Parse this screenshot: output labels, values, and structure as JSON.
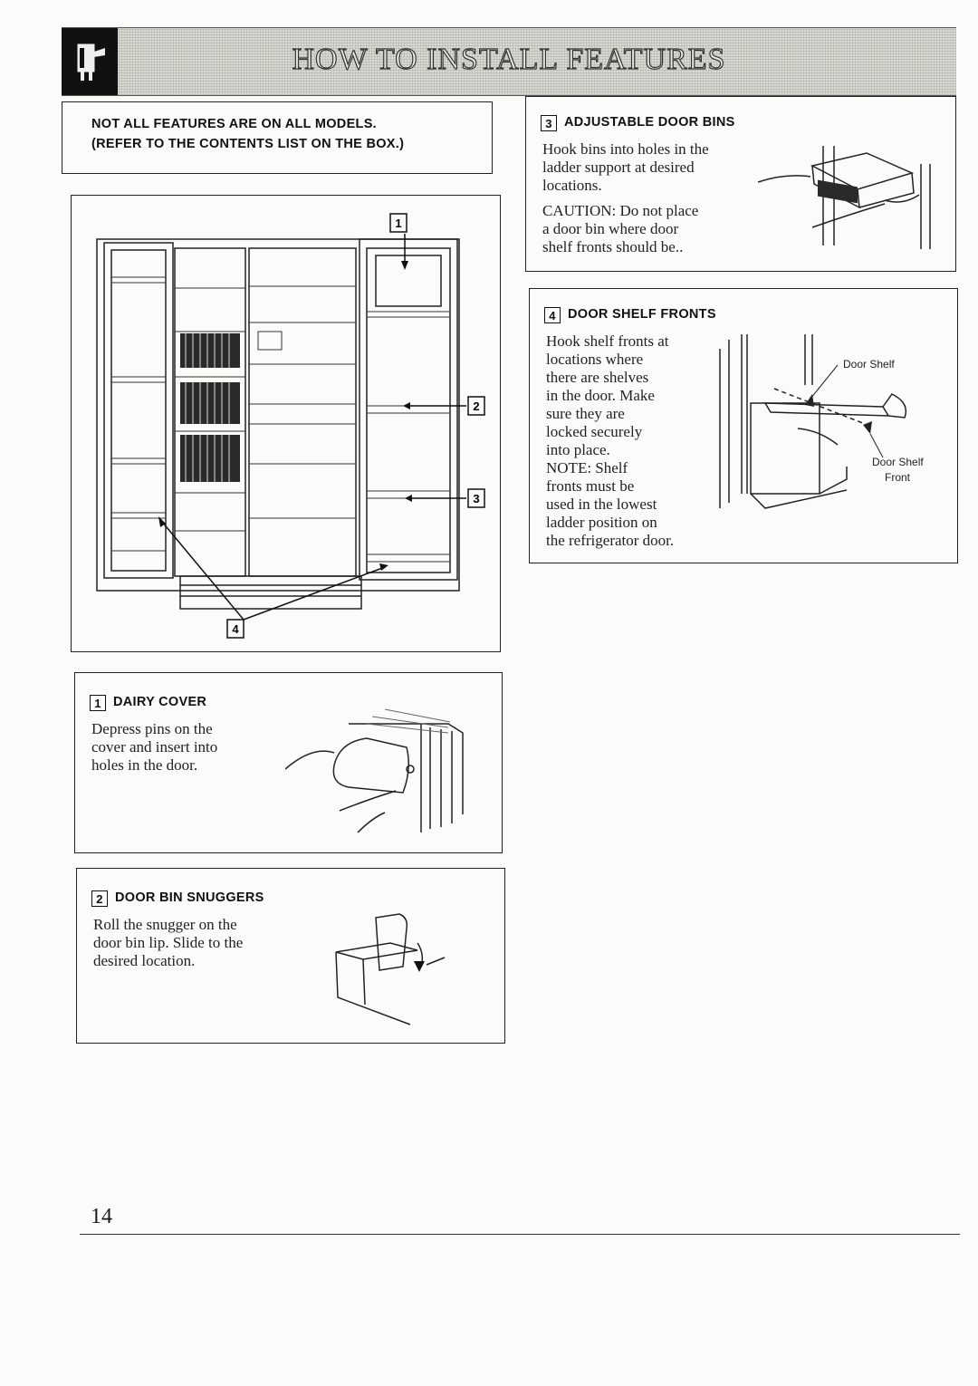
{
  "header": {
    "title": "HOW TO INSTALL FEATURES",
    "icon": "refrigerator-icon"
  },
  "notice": {
    "line1": "NOT ALL FEATURES ARE ON ALL MODELS.",
    "line2": "(REFER TO THE CONTENTS LIST ON THE BOX.)"
  },
  "diagram": {
    "callouts": [
      "1",
      "2",
      "3",
      "4"
    ]
  },
  "sections": {
    "adjustable_door_bins": {
      "number": "3",
      "title": "ADJUSTABLE DOOR BINS",
      "lines": [
        "Hook bins into holes in the",
        "ladder support at desired",
        "locations."
      ],
      "caution_lines": [
        "CAUTION: Do not place",
        "a door bin where door",
        "shelf fronts should be.."
      ]
    },
    "door_shelf_fronts": {
      "number": "4",
      "title": "DOOR SHELF FRONTS",
      "lines": [
        "Hook shelf fronts at",
        "locations where",
        "there are shelves",
        "in the door. Make",
        "sure they are",
        "locked securely",
        "into place.",
        "NOTE: Shelf",
        "fronts must be",
        "used in the lowest",
        "ladder position on",
        "the refrigerator door."
      ],
      "label_door_shelf": "Door Shelf",
      "label_front_1": "Door Shelf",
      "label_front_2": "Front"
    },
    "dairy_cover": {
      "number": "1",
      "title": "DAIRY COVER",
      "lines": [
        "Depress pins on the",
        "cover and insert into",
        "holes in the door."
      ]
    },
    "door_bin_snuggers": {
      "number": "2",
      "title": "DOOR BIN SNUGGERS",
      "lines": [
        "Roll the snugger on the",
        "door bin lip. Slide to the",
        "desired location."
      ]
    }
  },
  "footer": {
    "page_number": "14"
  }
}
